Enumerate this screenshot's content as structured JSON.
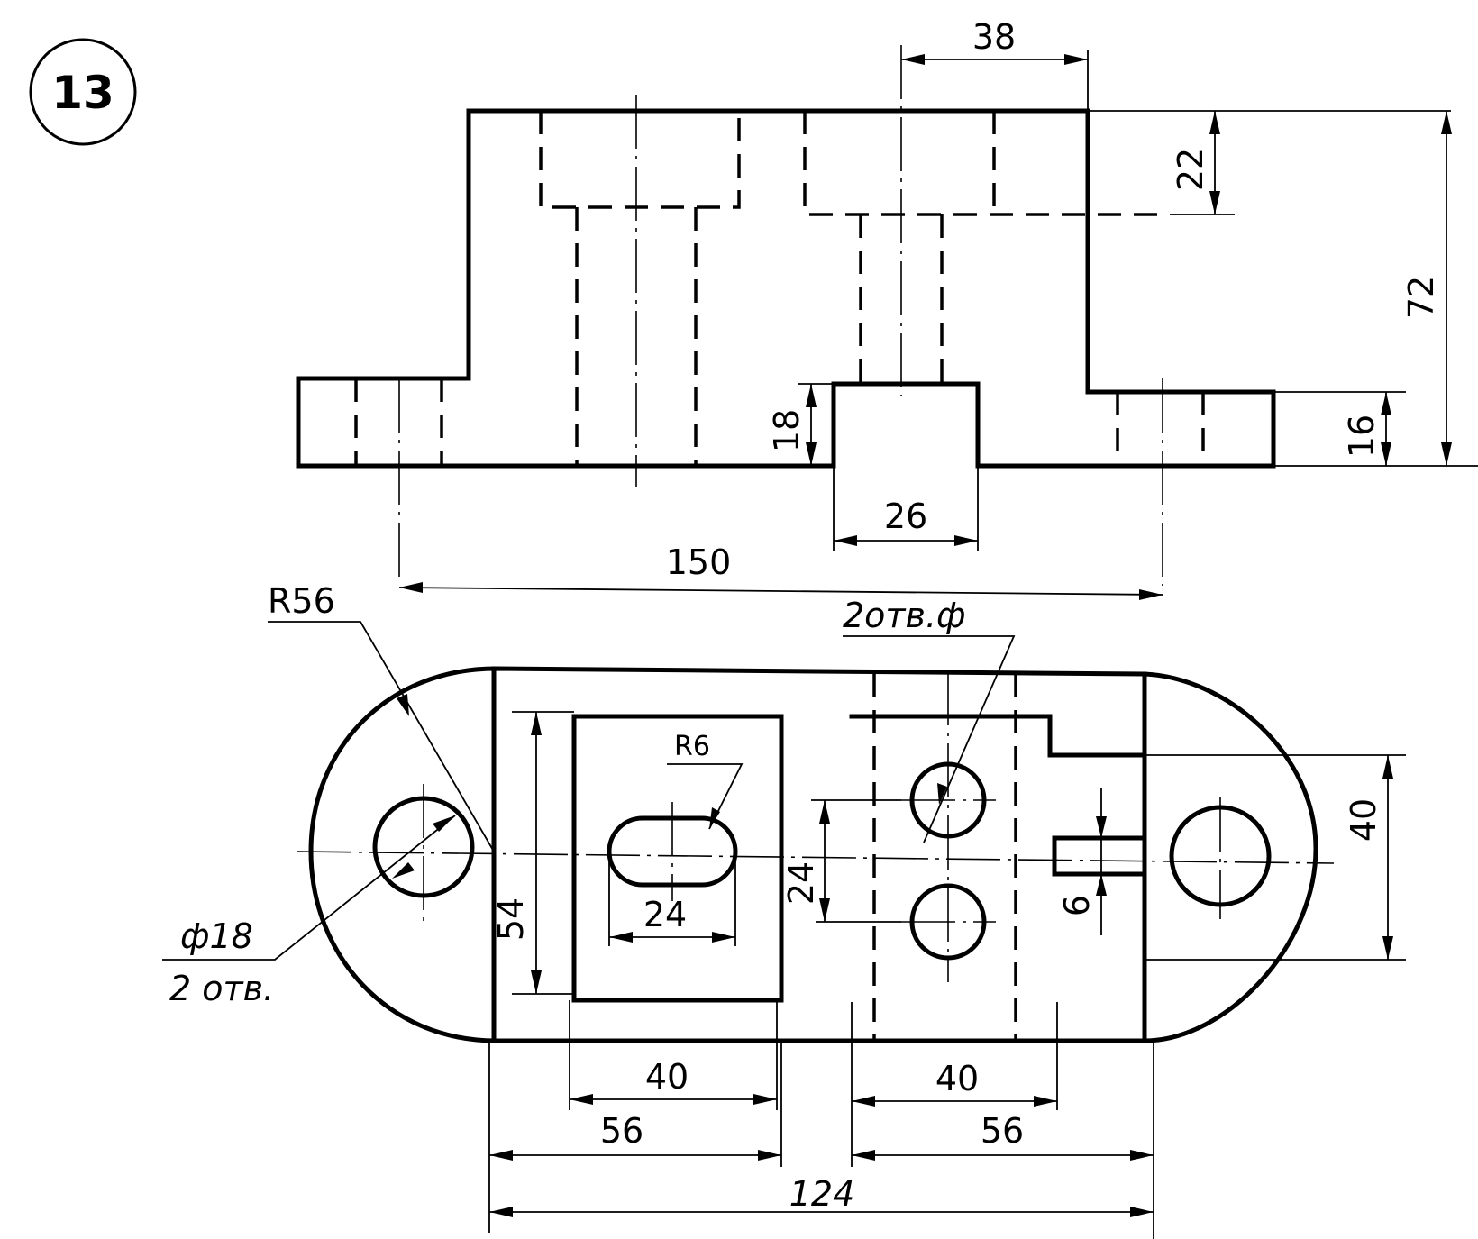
{
  "badge": {
    "number": "13"
  },
  "front_view": {
    "dims": {
      "top_width": "38",
      "pocket_depth": "22",
      "total_height": "72",
      "boss_height": "18",
      "flange_height": "16",
      "boss_width": "26",
      "hole_spacing": "150"
    }
  },
  "top_view": {
    "callouts": {
      "outer_radius": "R56",
      "slot_radius": "R6",
      "hole_note": "2отв.ф",
      "end_hole_dia": "ф18",
      "end_hole_count": "2 отв."
    },
    "dims": {
      "inner_height": "54",
      "slot_length": "24",
      "center_spacing": "24",
      "slot_width": "6",
      "right_pocket_height": "40",
      "left_pocket_width": "40",
      "right_pocket_width": "40",
      "left_block_width": "56",
      "right_block_width": "56",
      "overall_width": "124"
    }
  }
}
